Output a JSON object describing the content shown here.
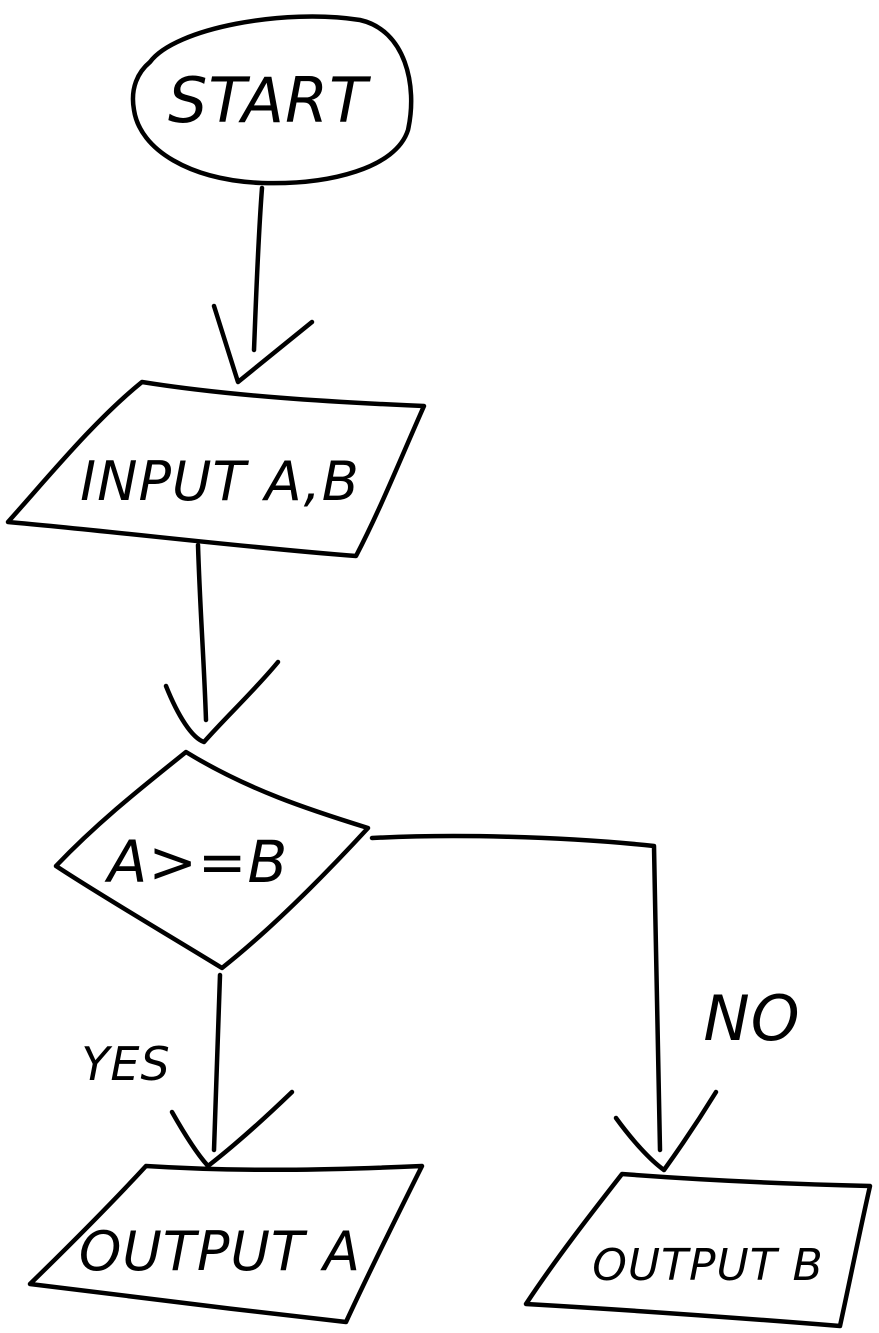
{
  "diagram": {
    "type": "flowchart",
    "style": "hand-drawn",
    "ink_color": "#000000",
    "background_color": "#ffffff",
    "nodes": [
      {
        "id": "start",
        "shape": "ellipse",
        "label": "START"
      },
      {
        "id": "input",
        "shape": "parallelogram",
        "label": "INPUT A,B"
      },
      {
        "id": "decision",
        "shape": "diamond",
        "label": "A>=B"
      },
      {
        "id": "out_a",
        "shape": "parallelogram",
        "label": "OUTPUT A"
      },
      {
        "id": "out_b",
        "shape": "parallelogram",
        "label": "OUTPUT B"
      }
    ],
    "edges": [
      {
        "from": "start",
        "to": "input",
        "label": ""
      },
      {
        "from": "input",
        "to": "decision",
        "label": ""
      },
      {
        "from": "decision",
        "to": "out_a",
        "label": "YES"
      },
      {
        "from": "decision",
        "to": "out_b",
        "label": "NO"
      }
    ]
  }
}
